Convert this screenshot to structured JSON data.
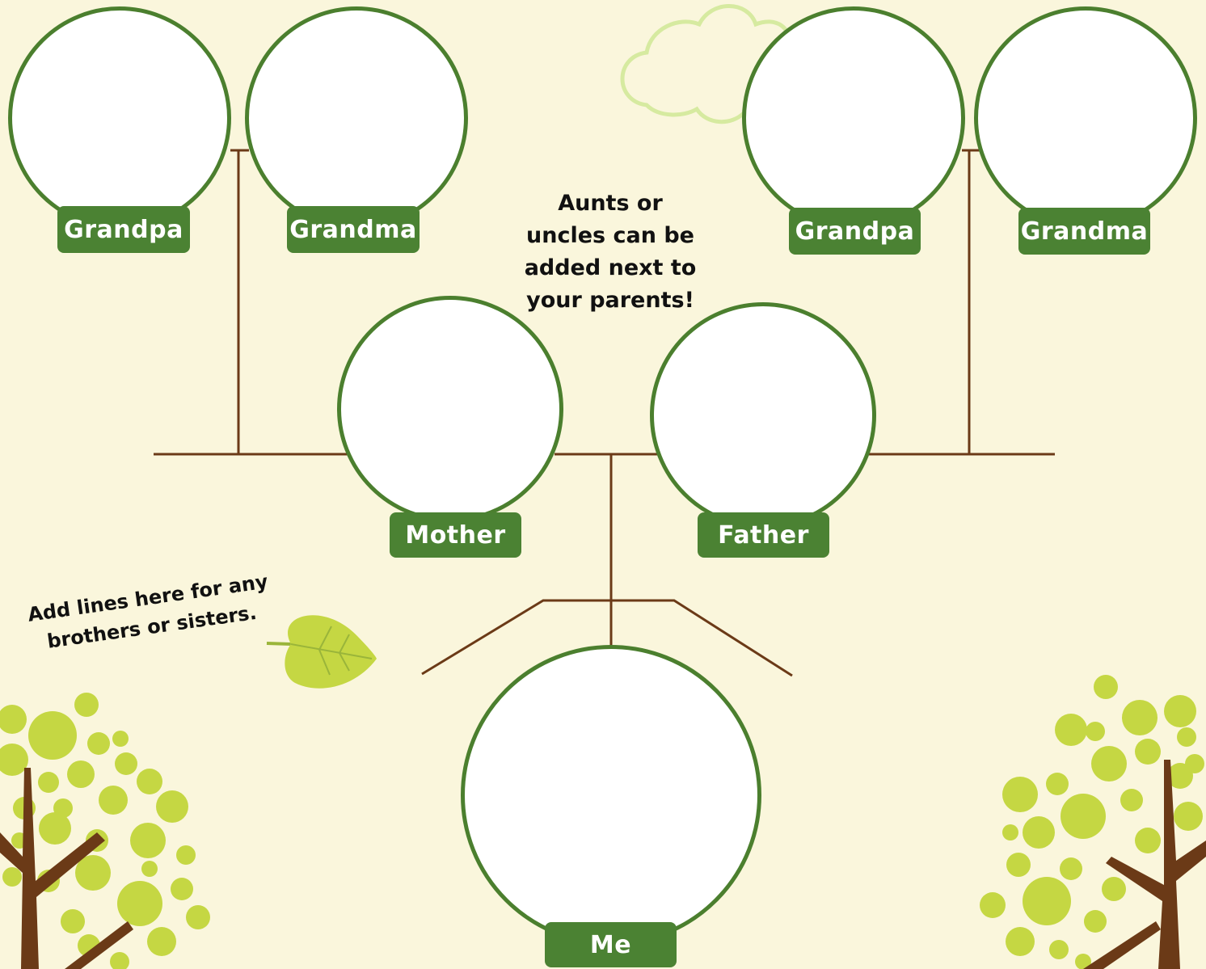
{
  "people": {
    "paternal_grandpa": "Grandpa",
    "paternal_grandma": "Grandma",
    "maternal_grandpa": "Grandpa",
    "maternal_grandma": "Grandma",
    "mother": "Mother",
    "father": "Father",
    "me": "Me"
  },
  "notes": {
    "aunts_uncles": [
      "Aunts or",
      "uncles can be",
      "added next to",
      "your parents!"
    ],
    "siblings": [
      "Add lines here for any",
      "brothers or sisters."
    ]
  },
  "colors": {
    "background": "#faf6dc",
    "frame_green": "#4b7f2e",
    "label_green": "#4b8233",
    "branch_brown": "#6b3a17",
    "leaf_green": "#c5d743",
    "cloud_outline": "#d6eaa0"
  }
}
